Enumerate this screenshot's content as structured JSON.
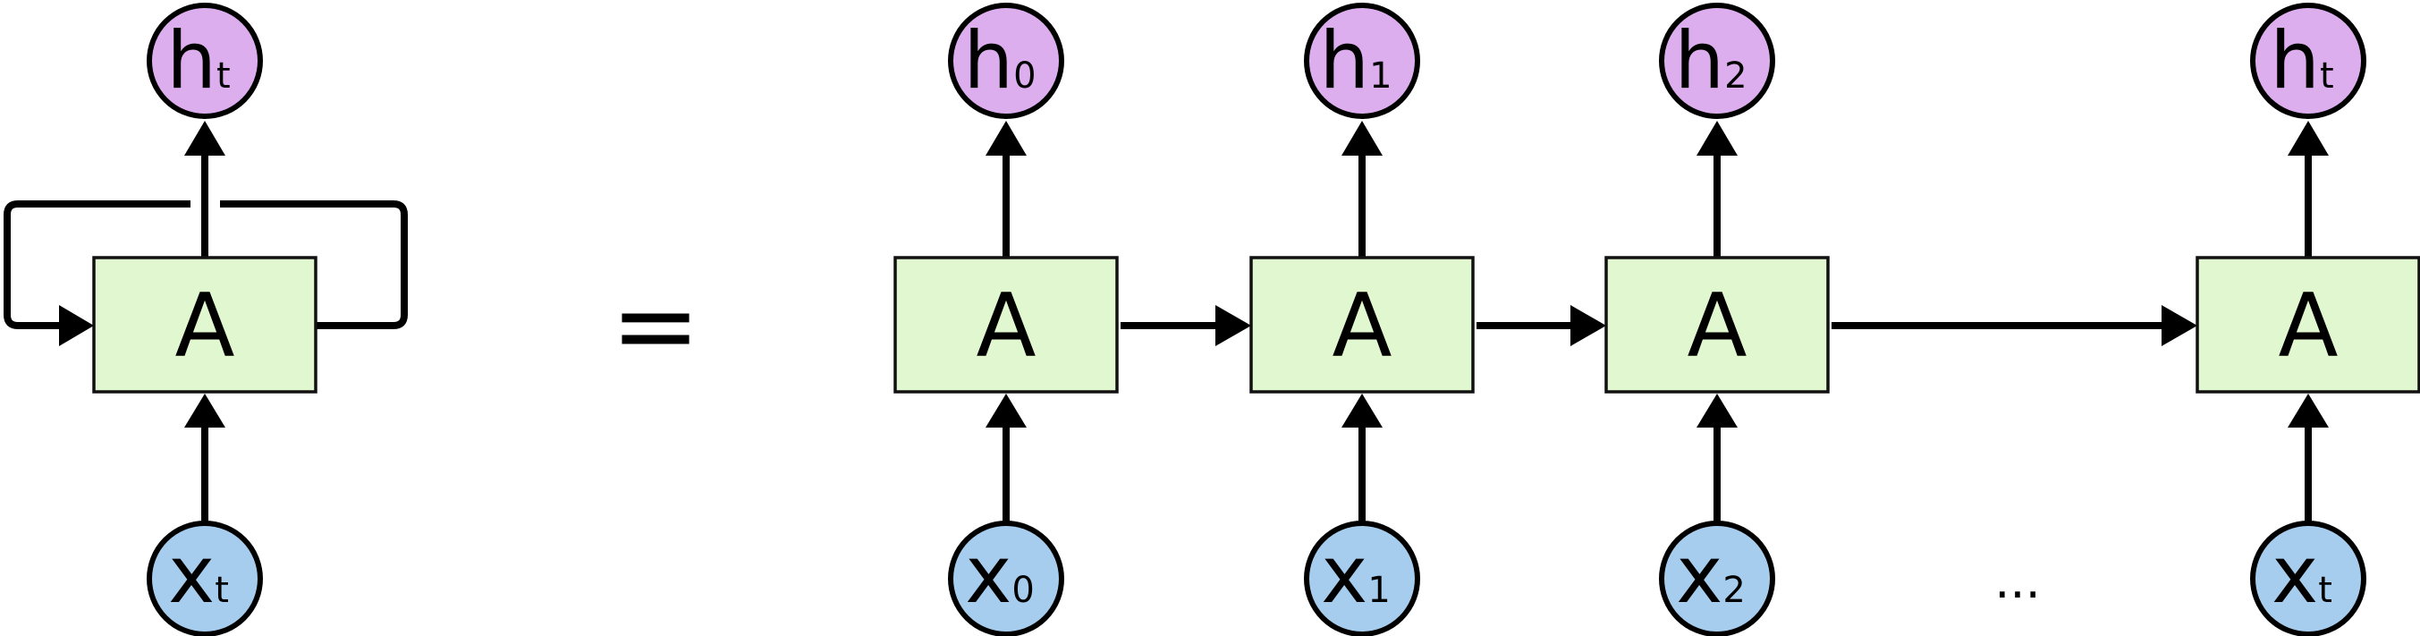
{
  "rolled": {
    "cell_label": "A",
    "input": {
      "main": "x",
      "sub": "t"
    },
    "output": {
      "main": "h",
      "sub": "t"
    }
  },
  "equals_sign": "=",
  "unrolled": [
    {
      "cell_label": "A",
      "input": {
        "main": "x",
        "sub": "0"
      },
      "output": {
        "main": "h",
        "sub": "0"
      }
    },
    {
      "cell_label": "A",
      "input": {
        "main": "x",
        "sub": "1"
      },
      "output": {
        "main": "h",
        "sub": "1"
      }
    },
    {
      "cell_label": "A",
      "input": {
        "main": "x",
        "sub": "2"
      },
      "output": {
        "main": "h",
        "sub": "2"
      }
    },
    {
      "cell_label": "A",
      "input": {
        "main": "x",
        "sub": "t"
      },
      "output": {
        "main": "h",
        "sub": "t"
      }
    }
  ],
  "ellipsis": "...",
  "colors": {
    "cell_fill": "#e0f7d0",
    "output_node_fill": "#ddaeee",
    "input_node_fill": "#a6cdee",
    "stroke": "#000000"
  }
}
